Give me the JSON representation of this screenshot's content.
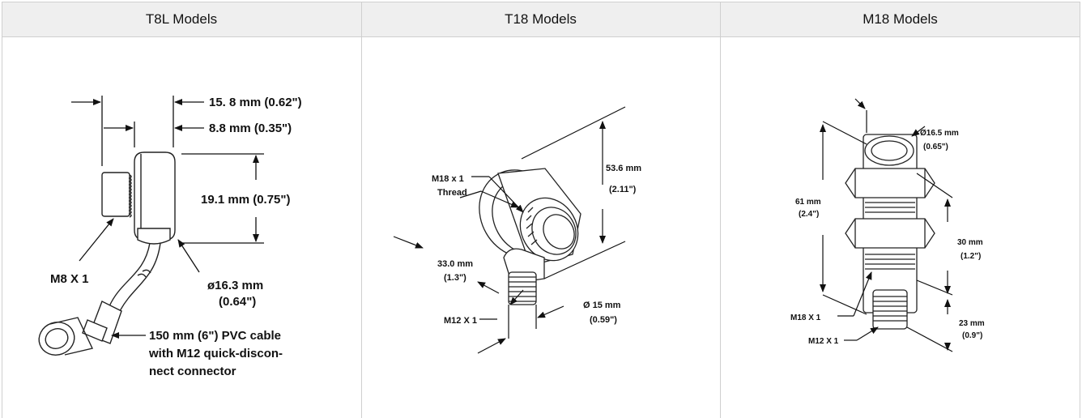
{
  "columns": [
    {
      "title": "T8L Models"
    },
    {
      "title": "T18 Models"
    },
    {
      "title": "M18 Models"
    }
  ],
  "t8l": {
    "dim_top_1": "15. 8 mm (0.62\")",
    "dim_top_2": "8.8 mm (0.35\")",
    "dim_height": "19.1 mm (0.75\")",
    "thread": "M8 X 1",
    "diameter_1": "ø16.3 mm",
    "diameter_2": "(0.64\")",
    "cable_1": "150 mm (6\") PVC cable",
    "cable_2": "with M12 quick-discon-",
    "cable_3": "nect connector"
  },
  "t18": {
    "thread_1": "M18 x 1",
    "thread_2": "Thread",
    "height_1": "53.6 mm",
    "height_2": "(2.11\")",
    "depth_1": "33.0 mm",
    "depth_2": "(1.3\")",
    "conn_thread": "M12 X 1",
    "dia_1": "Ø 15 mm",
    "dia_2": "(0.59\")"
  },
  "m18": {
    "dia_1": "Ø16.5 mm",
    "dia_2": "(0.65\")",
    "len_1": "61 mm",
    "len_2": "(2.4\")",
    "body_1": "30 mm",
    "body_2": "(1.2\")",
    "thread": "M18 X 1",
    "conn_thread": "M12 X 1",
    "conn_1": "23 mm",
    "conn_2": "(0.9\")"
  }
}
